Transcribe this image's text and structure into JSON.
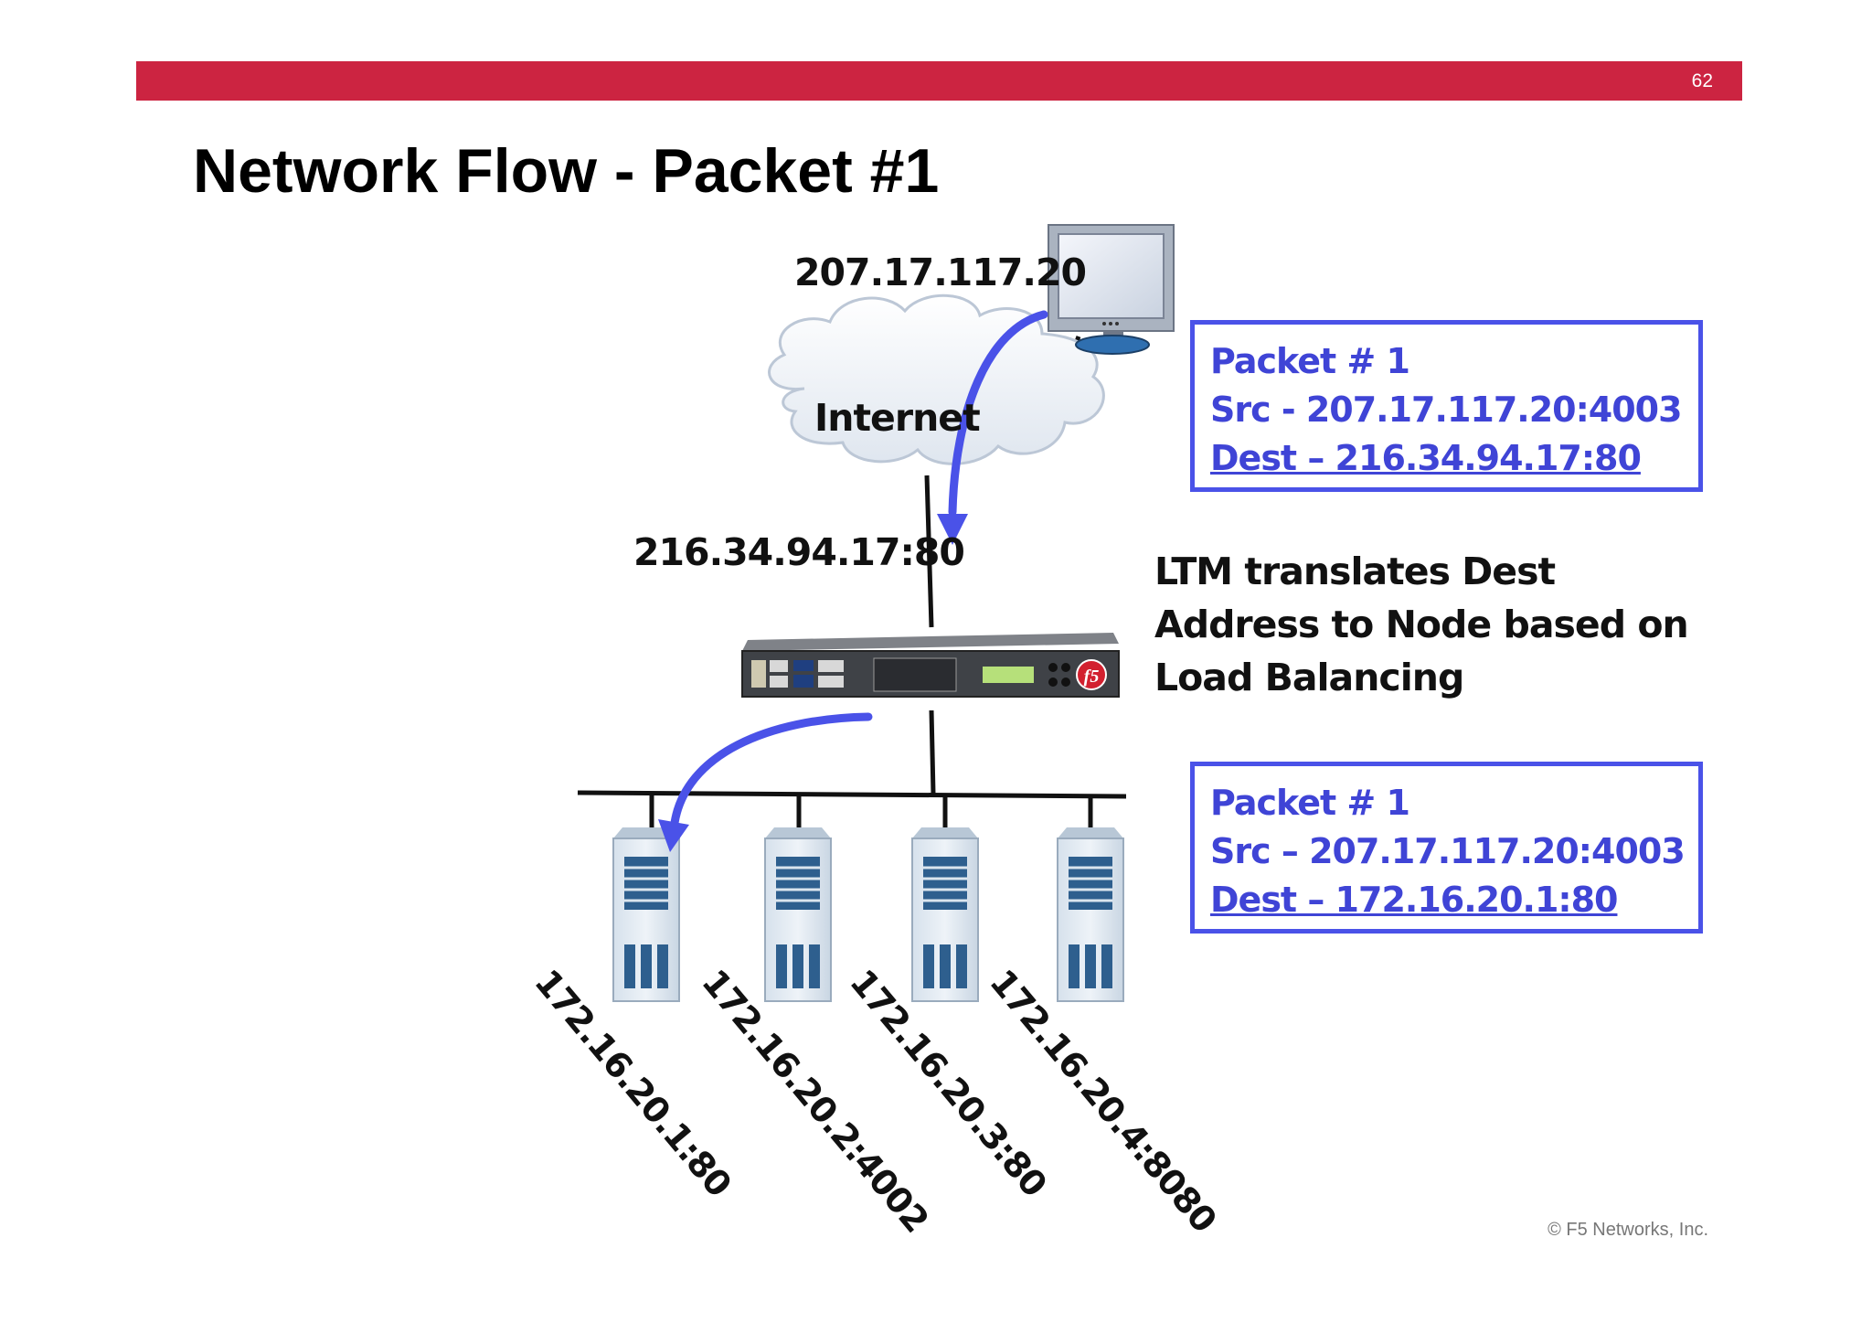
{
  "slide": {
    "page_number": "62",
    "title": "Network Flow - Packet #1",
    "copyright": "© F5 Networks, Inc.",
    "banner_color": "#cc2441"
  },
  "labels": {
    "client_ip": "207.17.117.20",
    "cloud": "Internet",
    "vip": "216.34.94.17:80"
  },
  "packet_before": {
    "line1": "Packet # 1",
    "line2": "Src - 207.17.117.20:4003",
    "line3": "Dest – 216.34.94.17:80"
  },
  "packet_after": {
    "line1": "Packet # 1",
    "line2": "Src – 207.17.117.20:4003",
    "line3": "Dest – 172.16.20.1:80"
  },
  "note": {
    "line1": "LTM translates Dest",
    "line2": "Address to Node based on",
    "line3": "Load Balancing"
  },
  "nodes": [
    "172.16.20.1:80",
    "172.16.20.2:4002",
    "172.16.20.3:80",
    "172.16.20.4:8080"
  ],
  "colors": {
    "arrow": "#4a52e8",
    "packet_text": "#3f44d6"
  },
  "icons": {
    "client": "monitor-icon",
    "cloud": "cloud-icon",
    "ltm": "f5-ltm-appliance-icon",
    "server": "server-tower-icon"
  }
}
